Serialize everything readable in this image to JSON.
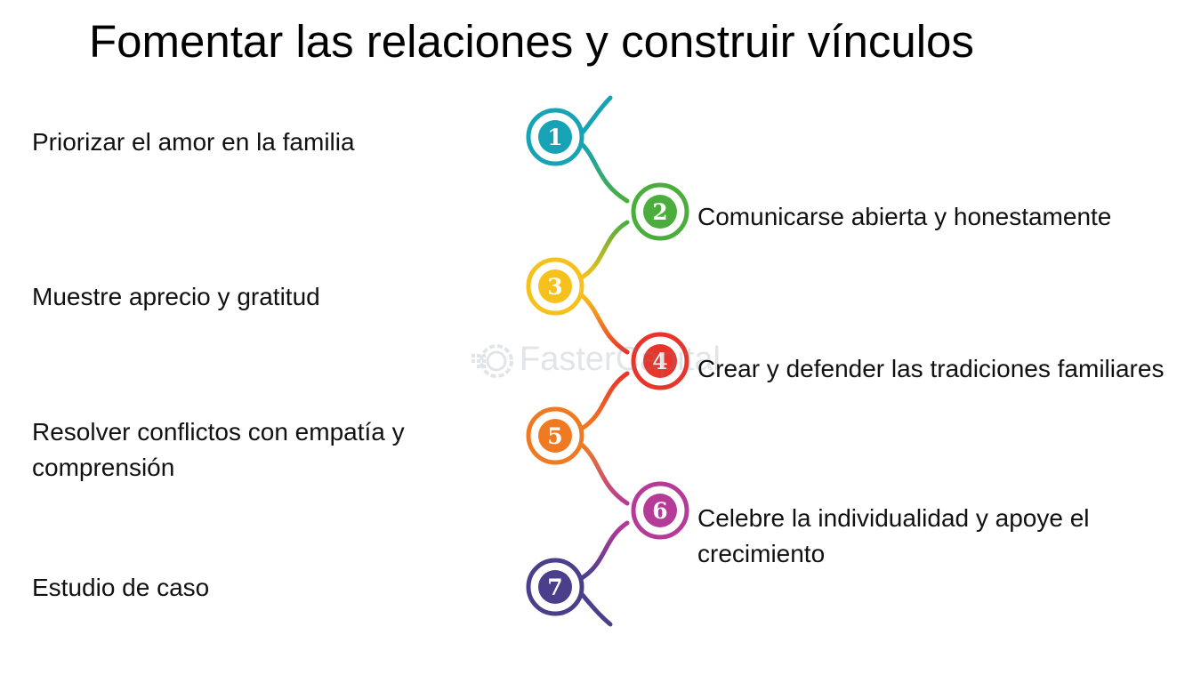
{
  "title": "Fomentar las relaciones y construir vínculos",
  "watermark": "FasterCapital",
  "steps": [
    {
      "number": "1",
      "label": "Priorizar el amor en la familia",
      "color": "#16A3B5"
    },
    {
      "number": "2",
      "label": "Comunicarse abierta y honestamente",
      "color": "#4BAE3C"
    },
    {
      "number": "3",
      "label": "Muestre aprecio y gratitud",
      "color": "#F6C11C"
    },
    {
      "number": "4",
      "label": "Crear y defender las tradiciones familiares",
      "color": "#E8342A"
    },
    {
      "number": "5",
      "label": "Resolver conflictos con empatía y comprensión",
      "color": "#F07A22"
    },
    {
      "number": "6",
      "label": "Celebre la individualidad y apoye el crecimiento",
      "color": "#B63A97"
    },
    {
      "number": "7",
      "label": "Estudio de caso",
      "color": "#4B3F8C"
    }
  ]
}
